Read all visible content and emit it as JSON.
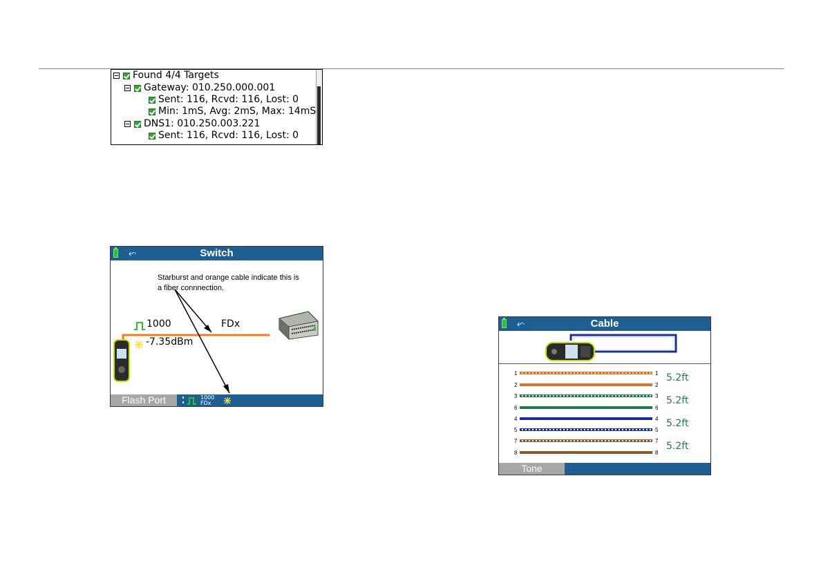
{
  "ping_tree": {
    "rows": [
      {
        "label": "Found 4/4 Targets"
      },
      {
        "label": "Gateway: 010.250.000.001"
      },
      {
        "label": "Sent: 116, Rcvd: 116, Lost: 0"
      },
      {
        "label": "Min: 1mS, Avg: 2mS, Max: 14mS"
      },
      {
        "label": "DNS1: 010.250.003.221"
      },
      {
        "label": "Sent: 116, Rcvd: 116, Lost: 0"
      }
    ]
  },
  "switch_screen": {
    "title": "Switch",
    "usb_icon": "usb-icon",
    "annotation": "Starburst and orange cable indicate this is a fiber connnection.",
    "link_speed": "1000",
    "duplex": "FDx",
    "power": "-7.35dBm",
    "softkey": "Flash Port",
    "status_speed": "1000",
    "status_duplex": "FDx",
    "colors": {
      "title_bar": "#1d5f92",
      "fiber": "#f07b23",
      "link": "#2fbf2f",
      "starburst": "#f5e13a"
    }
  },
  "cable_screen": {
    "title": "Cable",
    "usb_icon": "usb-icon",
    "softkey": "Tone",
    "pairs": [
      {
        "pins": [
          "1",
          "2"
        ],
        "length": "5.2ft",
        "color": "#e0702a"
      },
      {
        "pins": [
          "3",
          "6"
        ],
        "length": "5.2ft",
        "color": "#1f7a4c"
      },
      {
        "pins": [
          "4",
          "5"
        ],
        "length": "5.2ft",
        "color": "#1a2f9a"
      },
      {
        "pins": [
          "7",
          "8"
        ],
        "length": "5.2ft",
        "color": "#8a5a30"
      }
    ]
  }
}
